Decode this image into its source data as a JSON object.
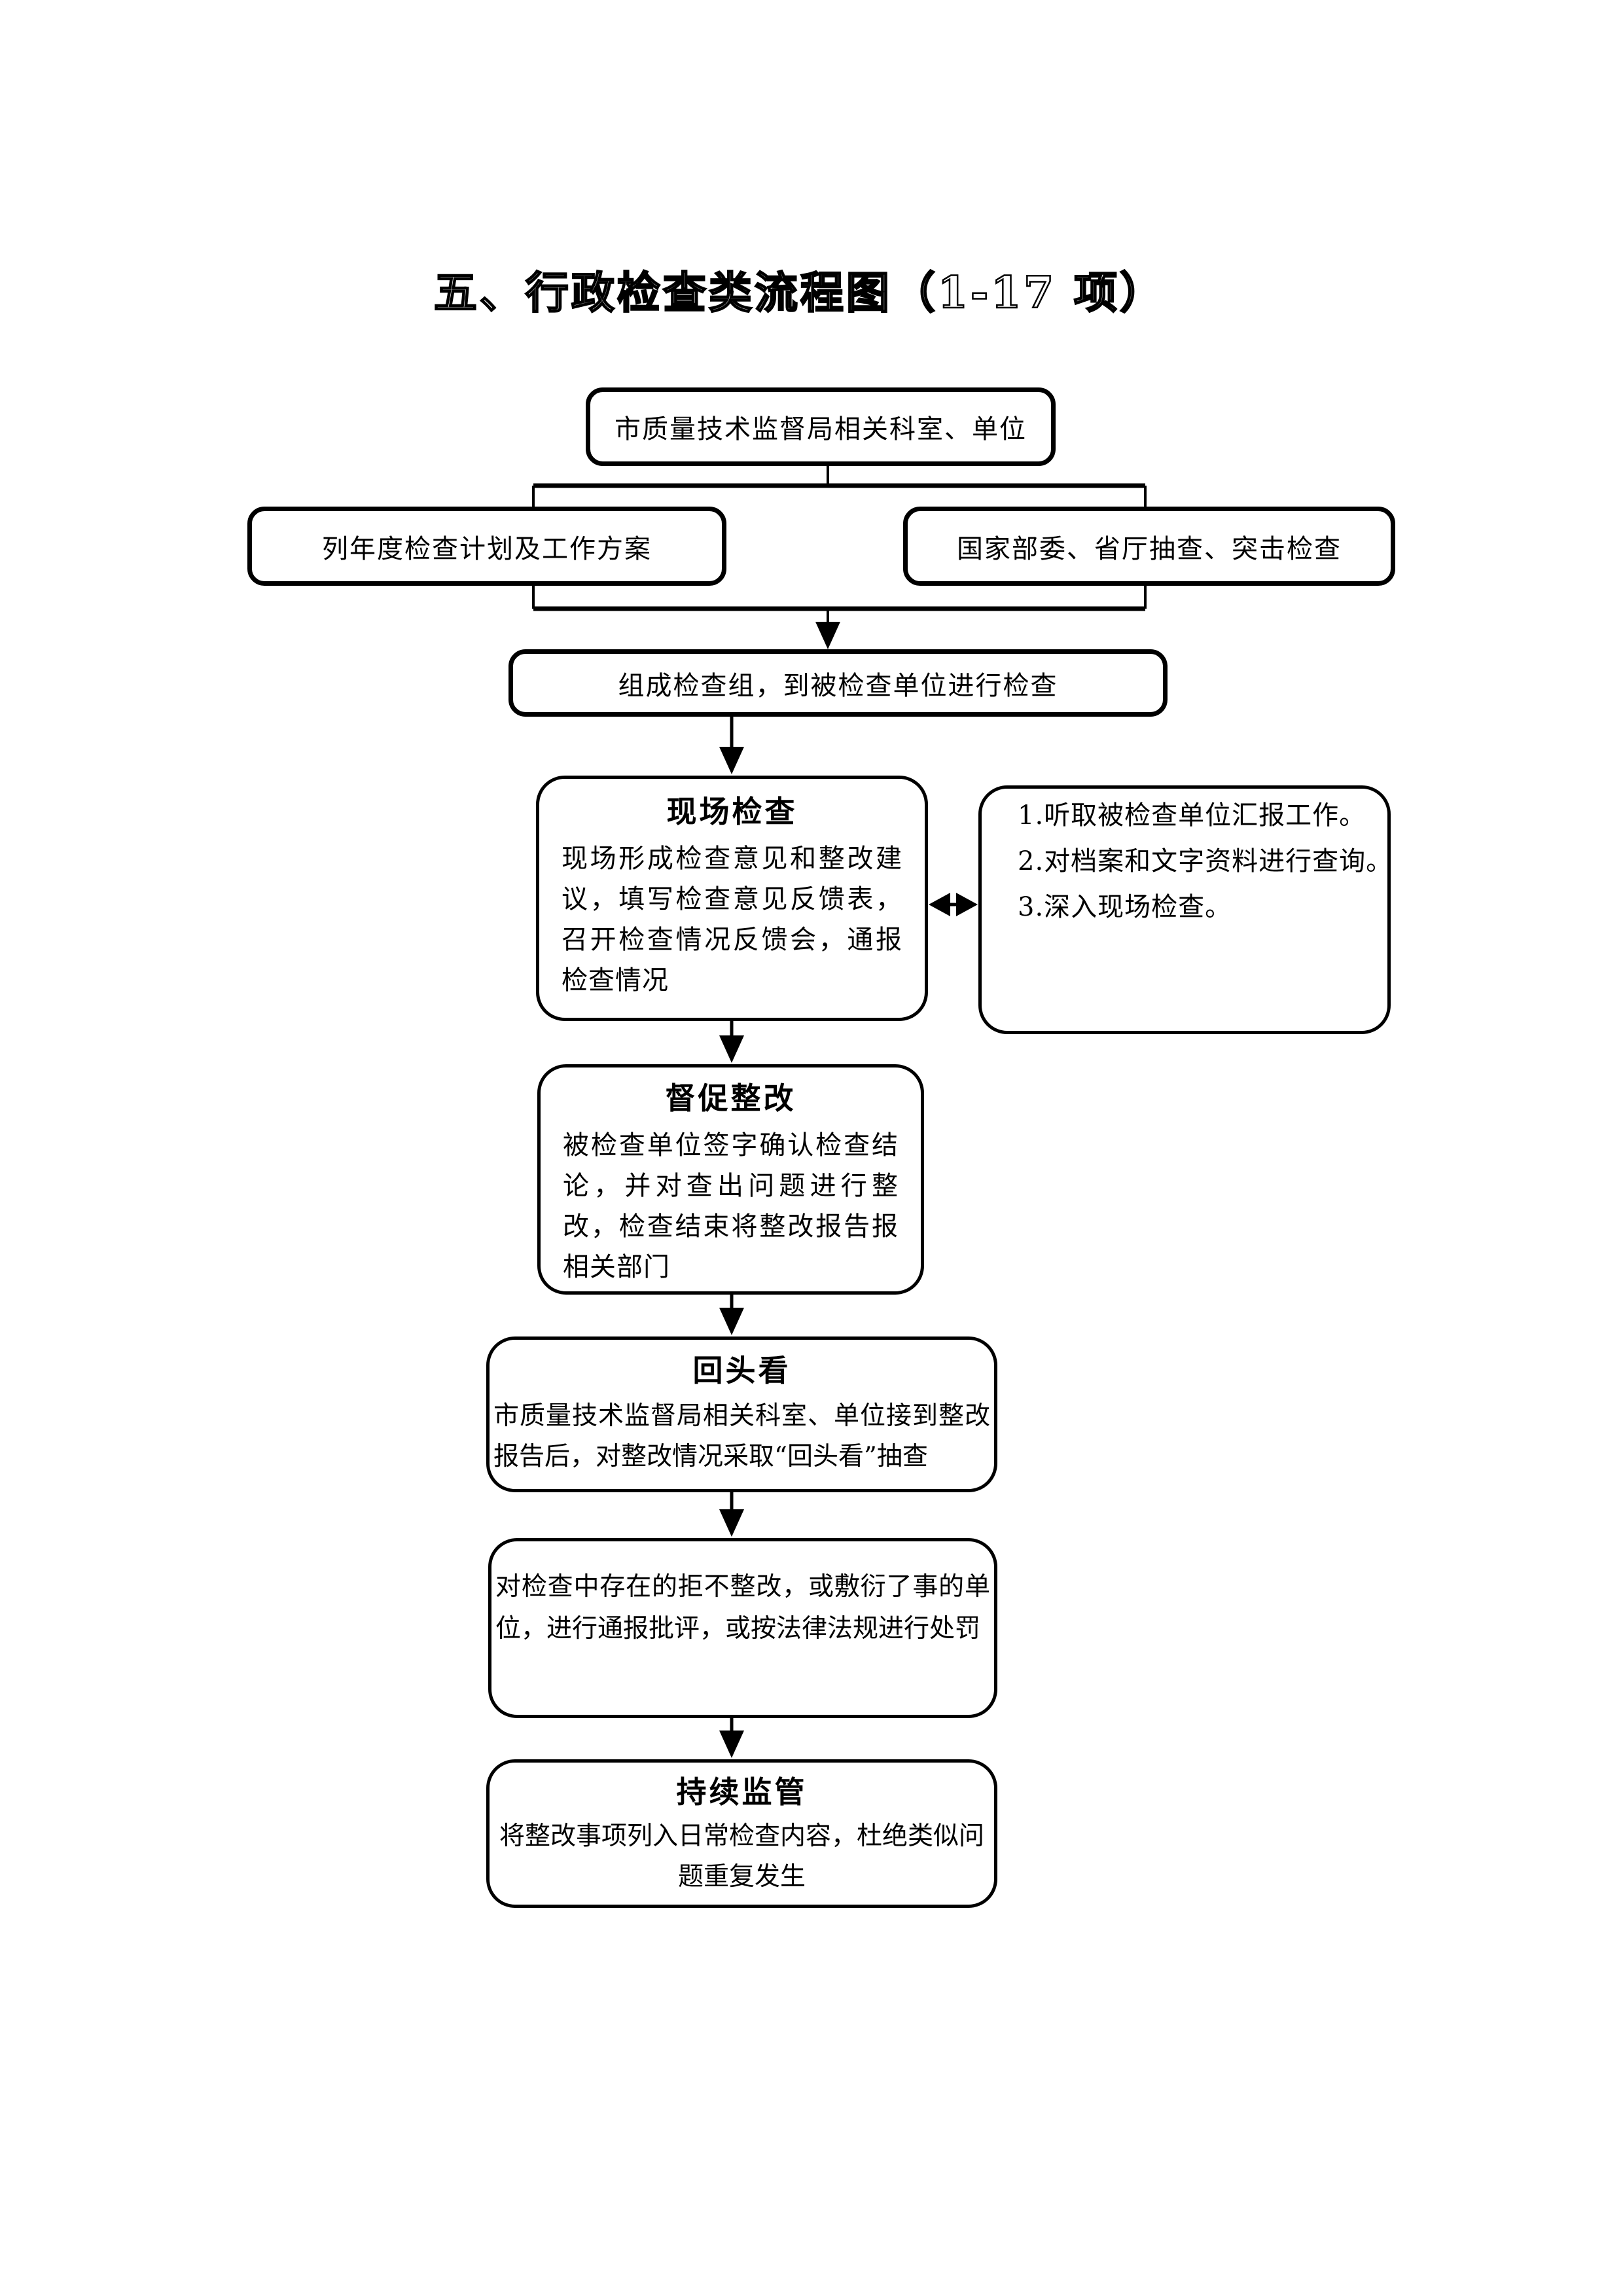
{
  "page": {
    "title": "五、行政检查类流程图（1-17 项）"
  },
  "flow": {
    "department": "市质量技术监督局相关科室、单位",
    "annual_plan": "列年度检查计划及工作方案",
    "national": "国家部委、省厅抽查、突击检查",
    "form_team": "组成检查组，到被检查单位进行检查",
    "onsite": {
      "title": "现场检查",
      "body": "现场形成检查意见和整改建议，填写检查意见反馈表，召开检查情况反馈会，通报检查情况"
    },
    "side_notes": {
      "items": [
        "1.听取被检查单位汇报工作。",
        "2.对档案和文字资料进行查询。",
        "3.深入现场检查。"
      ]
    },
    "rectify": {
      "title": "督促整改",
      "body": "被检查单位签字确认检查结论，并对查出问题进行整改，检查结束将整改报告报相关部门"
    },
    "look_back": {
      "title": "回头看",
      "body": "市质量技术监督局相关科室、单位接到整改报告后，对整改情况采取“回头看”抽查"
    },
    "punishment": "对检查中存在的拒不整改，或敷衍了事的单位，进行通报批评，或按法律法规进行处罚",
    "continuous": {
      "title": "持续监管",
      "body": "将整改事项列入日常检查内容，杜绝类似问题重复发生"
    }
  },
  "colors": {
    "ink": "#000000",
    "paper": "#ffffff"
  }
}
